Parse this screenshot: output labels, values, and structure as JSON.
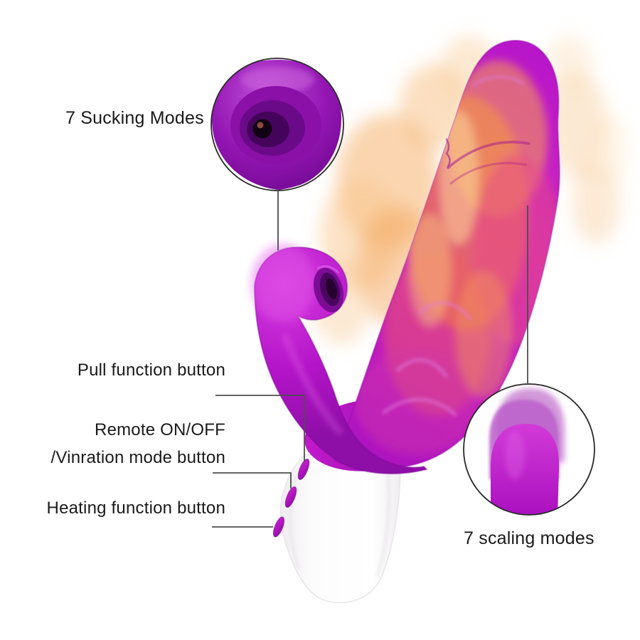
{
  "image": {
    "description": "Annotated product feature diagram: purple rabbit vibrator with heating flame effect, suction-nozzle zoom inset and thrusting-tip zoom inset",
    "background": "#ffffff"
  },
  "labels": {
    "sucking_modes": "7 Sucking Modes",
    "pull_function": "Pull function button",
    "remote_on_off": "Remote ON/OFF",
    "vibration_mode": "/Vinration mode button",
    "heating_function": "Heating function button",
    "scaling_modes": "7 scaling modes"
  },
  "colors": {
    "body_magenta": "#bb16c6",
    "body_dark": "#8a0ca4",
    "flame_orange": "#f0863c",
    "flame_light": "#f9c88f",
    "flame_pink": "#e8488c",
    "handle_white": "#fbfafb",
    "button_magenta": "#c316c9",
    "text": "#1a1a1a",
    "callout_line": "#4e4e4e",
    "inset_ring": "#2a2a2a"
  }
}
